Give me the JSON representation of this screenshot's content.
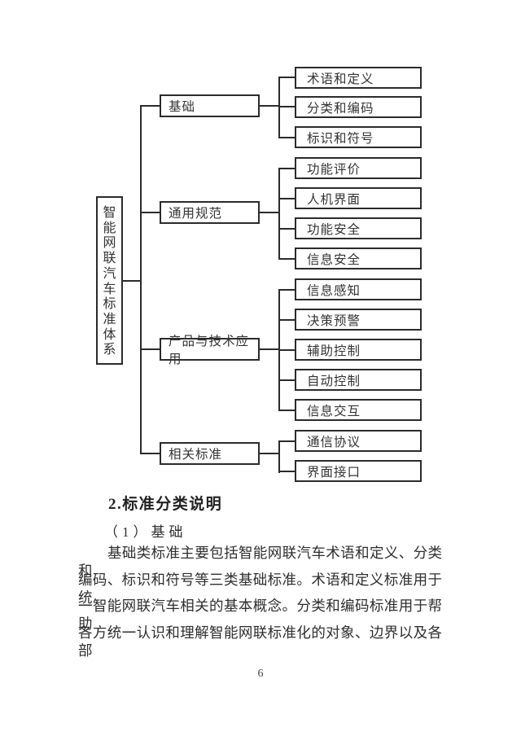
{
  "diagram": {
    "root": "智能网联汽车标准体系",
    "branches": [
      {
        "label": "基础",
        "children": [
          "术语和定义",
          "分类和编码",
          "标识和符号"
        ]
      },
      {
        "label": "通用规范",
        "children": [
          "功能评价",
          "人机界面",
          "功能安全",
          "信息安全"
        ]
      },
      {
        "label": "产品与技术应用",
        "children": [
          "信息感知",
          "决策预警",
          "辅助控制",
          "自动控制",
          "信息交互"
        ]
      },
      {
        "label": "相关标准",
        "children": [
          "通信协议",
          "界面接口"
        ]
      }
    ]
  },
  "content": {
    "section_heading": "2.标准分类说明",
    "sub_heading": "（1）基础",
    "paragraph_lines": [
      "基础类标准主要包括智能网联汽车术语和定义、分类和",
      "编码、标识和符号等三类基础标准。术语和定义标准用于统",
      "一智能网联汽车相关的基本概念。分类和编码标准用于帮助",
      "各方统一认识和理解智能网联标准化的对象、边界以及各部"
    ],
    "page_number": "6"
  }
}
